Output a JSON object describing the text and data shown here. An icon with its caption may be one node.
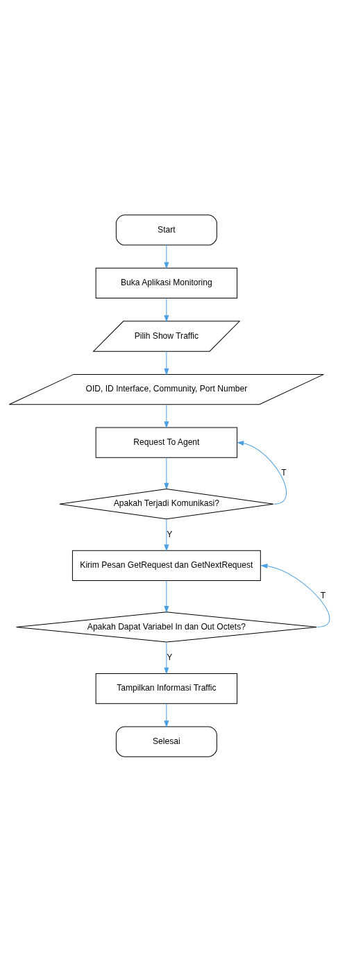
{
  "diagram": {
    "nodes": [
      {
        "text": [
          "Start"
        ]
      },
      {
        "text": [
          "Buka Aplikasi Monitoring"
        ]
      },
      {
        "text": [
          "Pilih Show Traffic"
        ]
      },
      {
        "text": [
          "OID, ID Interface, Community, Port Number"
        ]
      },
      {
        "text": [
          "Request To Agent"
        ]
      },
      {
        "text": [
          "Apakah Terjadi Komunikasi?"
        ]
      },
      {
        "text": [
          "Kirim Pesan GetRequest dan GetNextRequest"
        ]
      },
      {
        "text": [
          "Apakah Dapat Variabel In dan Out Octets?"
        ]
      },
      {
        "text": [
          "Tampilkan Informasi Traffic"
        ]
      },
      {
        "text": [
          "Selesai"
        ]
      }
    ],
    "edges": [
      {
        "from": 0,
        "to": 1,
        "arrow": "to"
      },
      {
        "from": 1,
        "to": 2,
        "arrow": "to"
      },
      {
        "from": 2,
        "to": 3,
        "arrow": "to"
      },
      {
        "from": 3,
        "to": 4,
        "arrow": "to"
      },
      {
        "from": 4,
        "to": 5,
        "arrow": "to"
      },
      {
        "from": 5,
        "to": 6,
        "arrow": "to",
        "label": "Y"
      },
      {
        "from": 5,
        "to": 4,
        "arrow": "to",
        "label": "T"
      },
      {
        "from": 6,
        "to": 7,
        "arrow": "to"
      },
      {
        "from": 7,
        "to": 6,
        "arrow": "to",
        "label": "T"
      },
      {
        "from": 7,
        "to": 8,
        "arrow": "to",
        "label": "Y"
      },
      {
        "from": 8,
        "to": 9,
        "arrow": "to"
      }
    ]
  }
}
